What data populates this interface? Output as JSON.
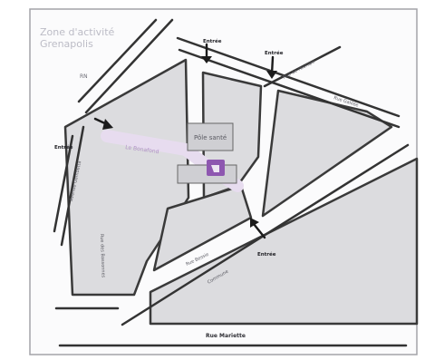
{
  "map": {
    "zone_label_line1": "Zone d'activité",
    "zone_label_line2": "Grenapolis",
    "rn_label": "RN",
    "block_label": "Pôle santé",
    "purple_street_label": "Le Bonafond",
    "entrance_label": "Entrée",
    "streets": {
      "top_right_diagonal": "Rue de l'Europe",
      "right_top": "Rue Galilée",
      "left_vertical": "Avenue Gambetta",
      "inner_left_vertical": "Rue des Bassonnes",
      "center_bottom": "Rue Bessie",
      "lower_diagonal": "Commune",
      "bottom": "Rue Mariette"
    },
    "colors": {
      "block_fill": "#dcdcdf",
      "accent_purple": "#8e57b0",
      "purple_road": "#e7dcef",
      "frame": "#9a9a9a",
      "road_line": "#333333"
    }
  }
}
